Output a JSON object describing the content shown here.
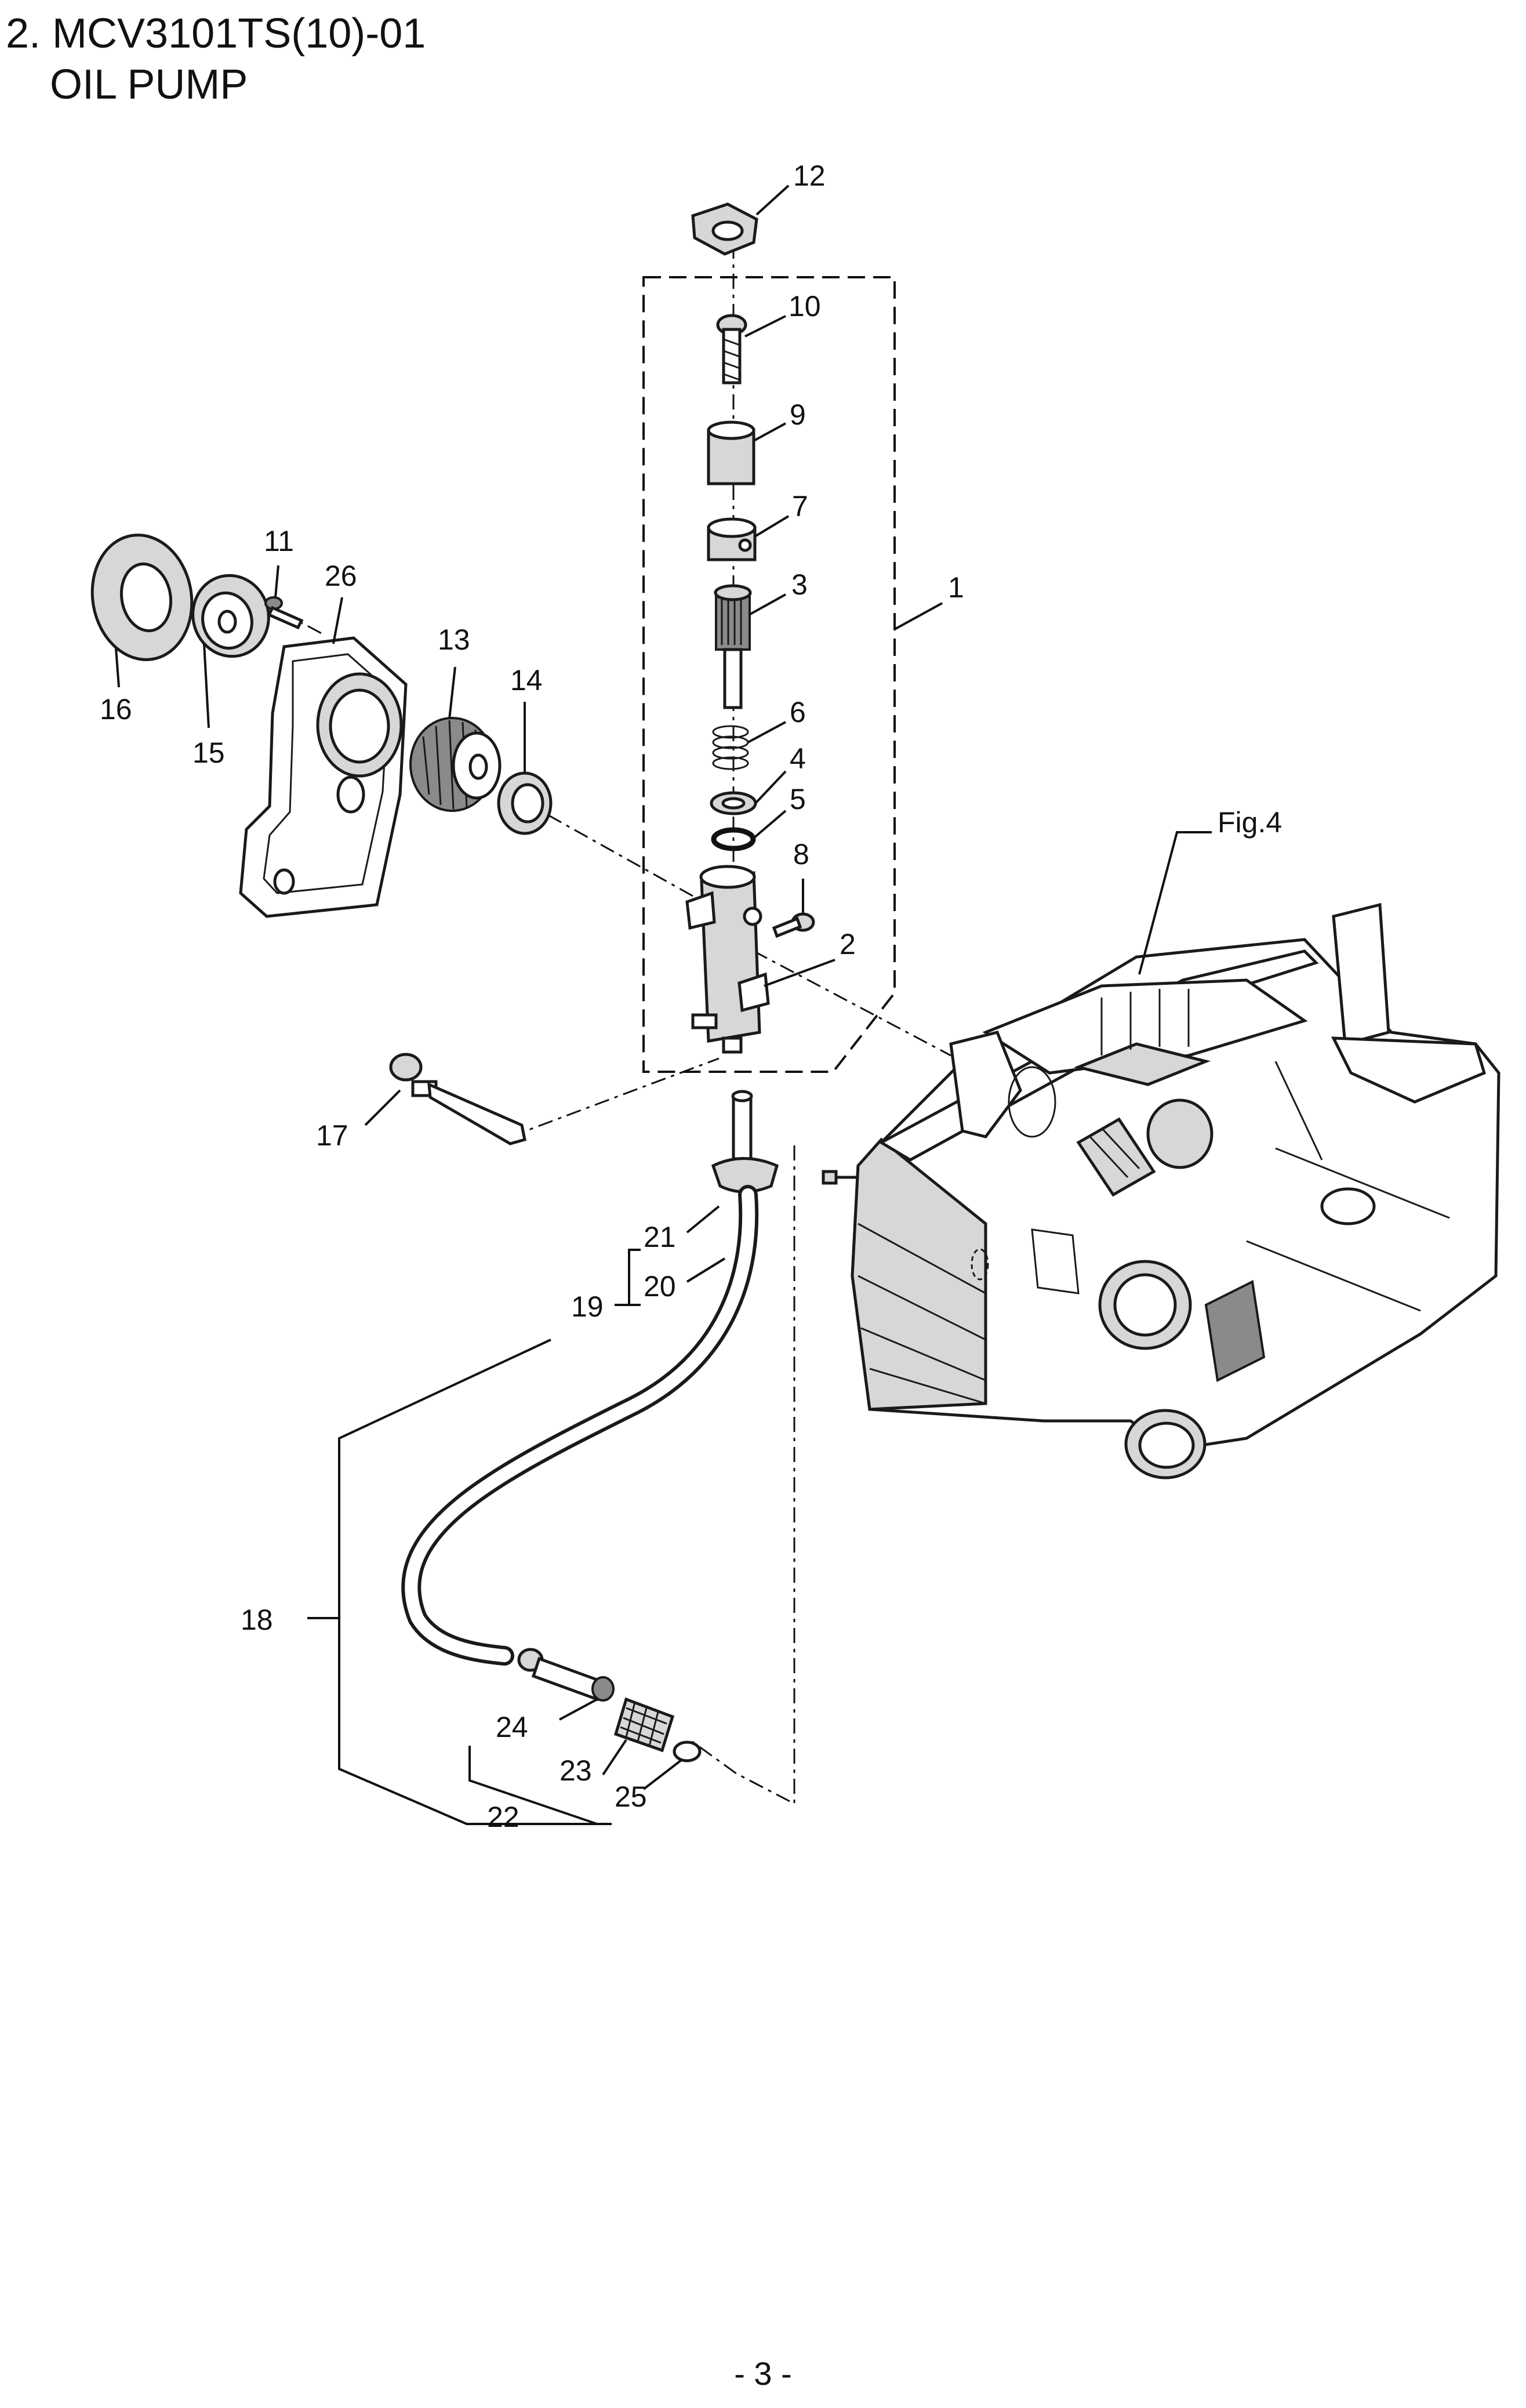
{
  "header": {
    "line1": "2. MCV3101TS(10)-01",
    "line2": "OIL PUMP"
  },
  "figure_ref": "Fig.4",
  "callouts": {
    "c1": "1",
    "c2": "2",
    "c3": "3",
    "c4": "4",
    "c5": "5",
    "c6": "6",
    "c7": "7",
    "c8": "8",
    "c9": "9",
    "c10": "10",
    "c11": "11",
    "c12": "12",
    "c13": "13",
    "c14": "14",
    "c15": "15",
    "c16": "16",
    "c17": "17",
    "c18": "18",
    "c19": "19",
    "c20": "20",
    "c21": "21",
    "c22": "22",
    "c23": "23",
    "c24": "24",
    "c25": "25",
    "c26": "26"
  },
  "footer": {
    "page": "- 3 -"
  }
}
